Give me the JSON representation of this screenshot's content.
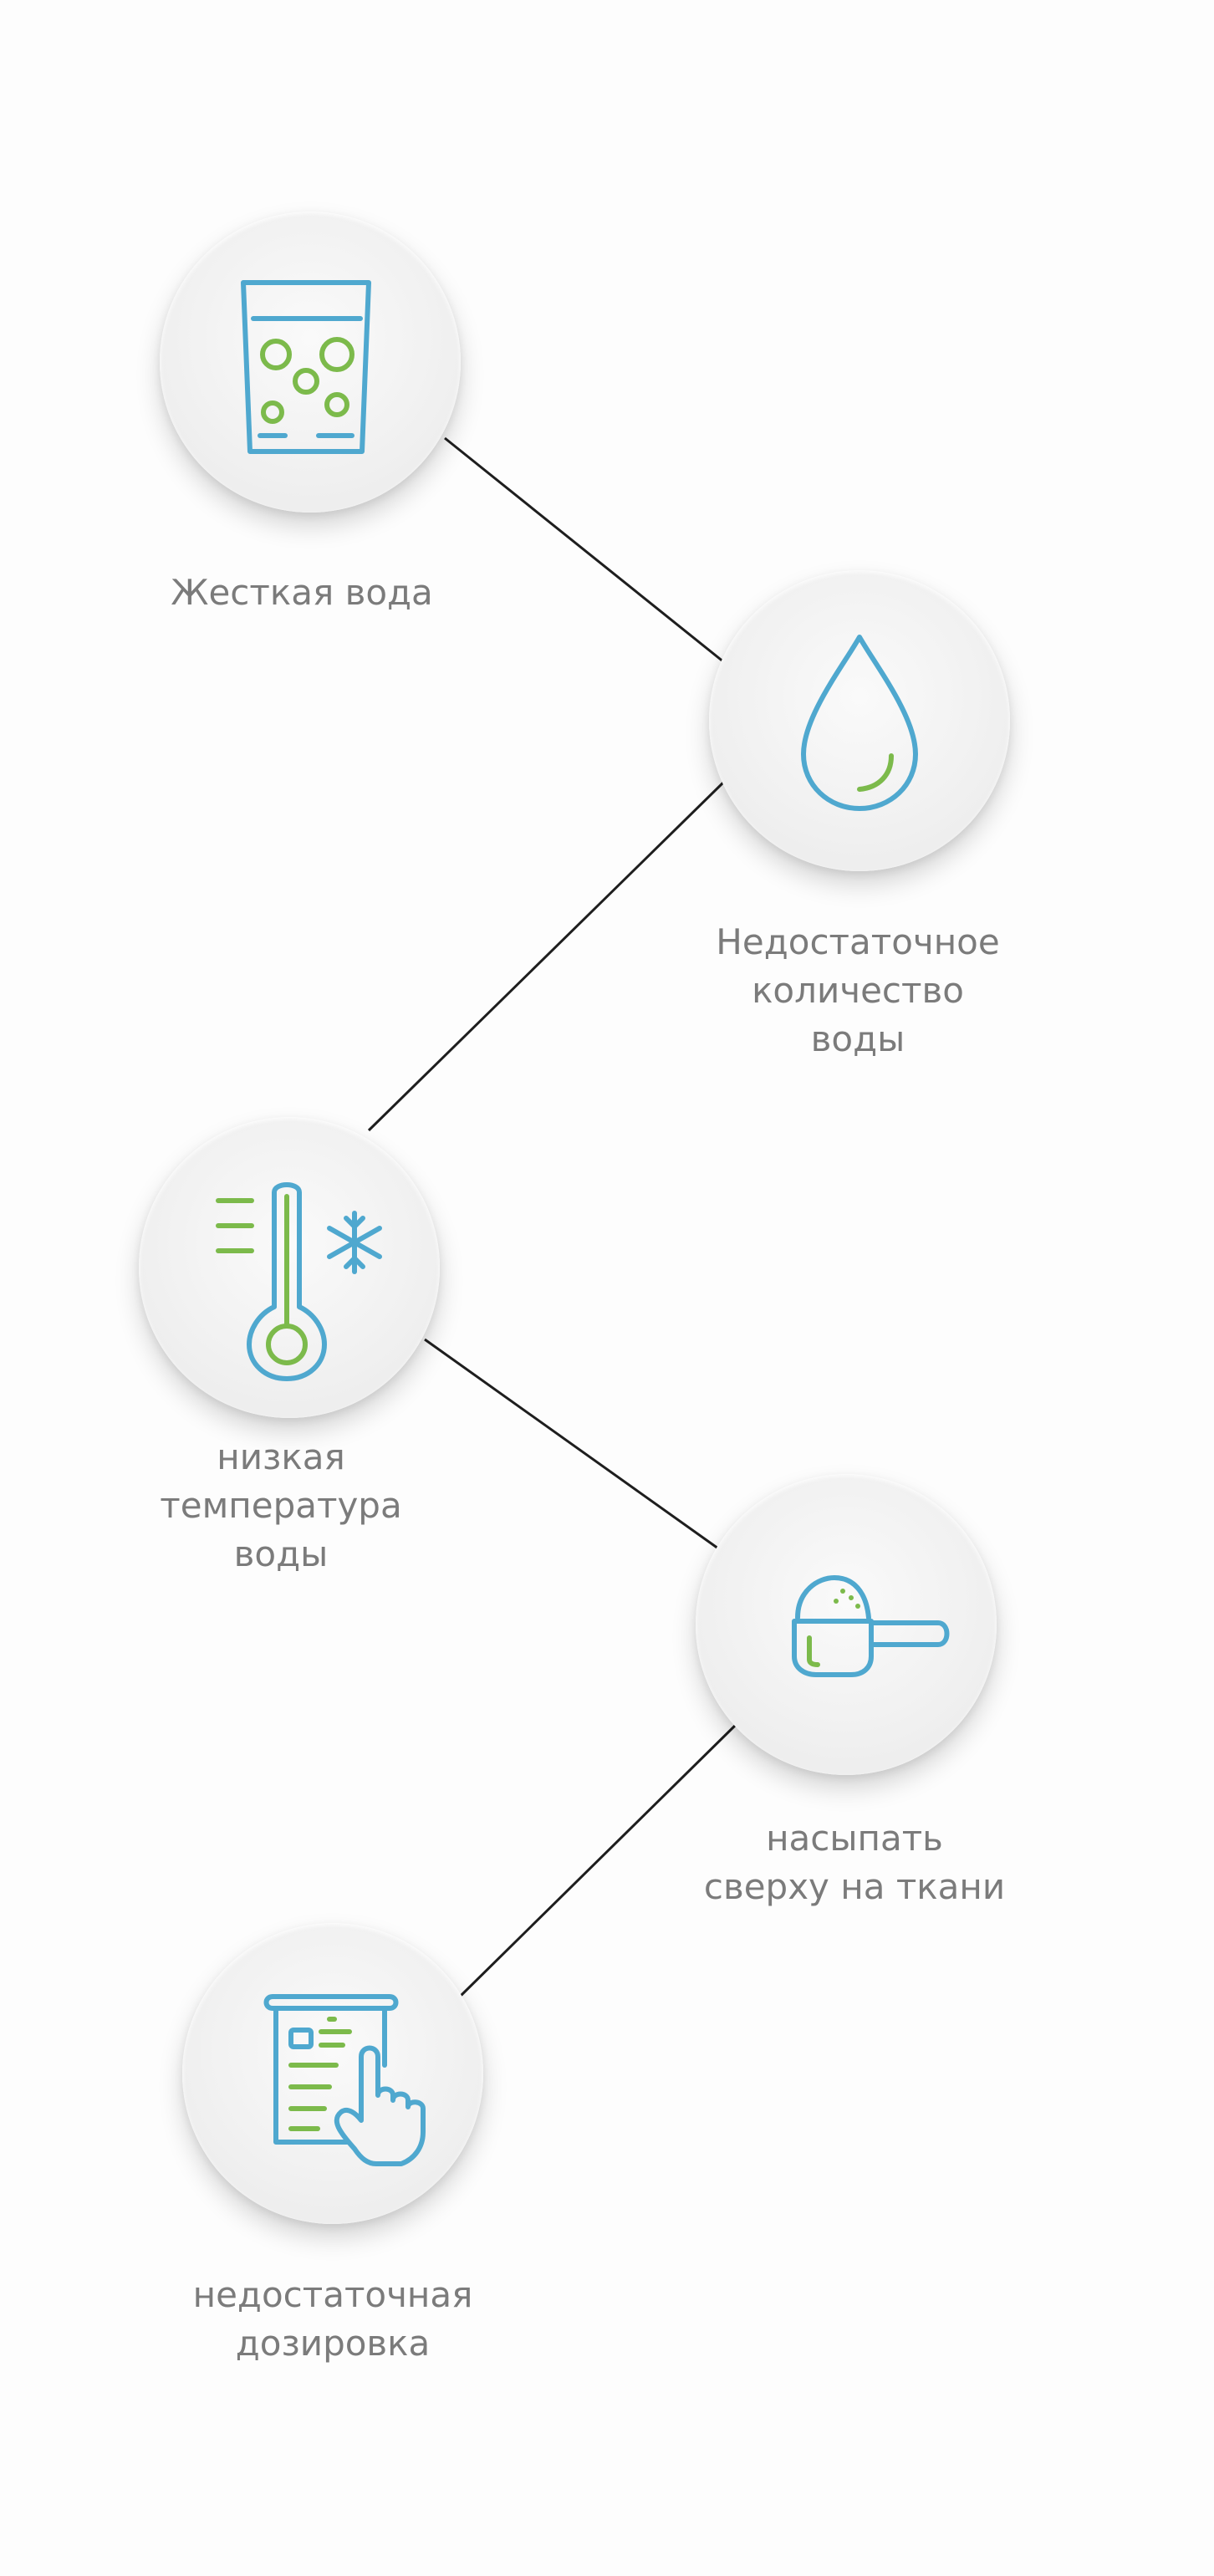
{
  "colors": {
    "line": "#1e1e1e",
    "icon_blue": "#4fa8cf",
    "icon_green": "#7cba4b",
    "label": "#7b7b7b"
  },
  "items": [
    {
      "label": "Жесткая вода",
      "icon": "glass-water-icon"
    },
    {
      "label": "Недостаточное\nколичество\nводы",
      "icon": "water-drop-icon"
    },
    {
      "label": "низкая\nтемпература\nводы",
      "icon": "thermometer-snowflake-icon"
    },
    {
      "label": "насыпать\nсверху на ткани",
      "icon": "powder-scoop-icon"
    },
    {
      "label": "недостаточная\nдозировка",
      "icon": "instruction-sheet-hand-icon"
    }
  ]
}
